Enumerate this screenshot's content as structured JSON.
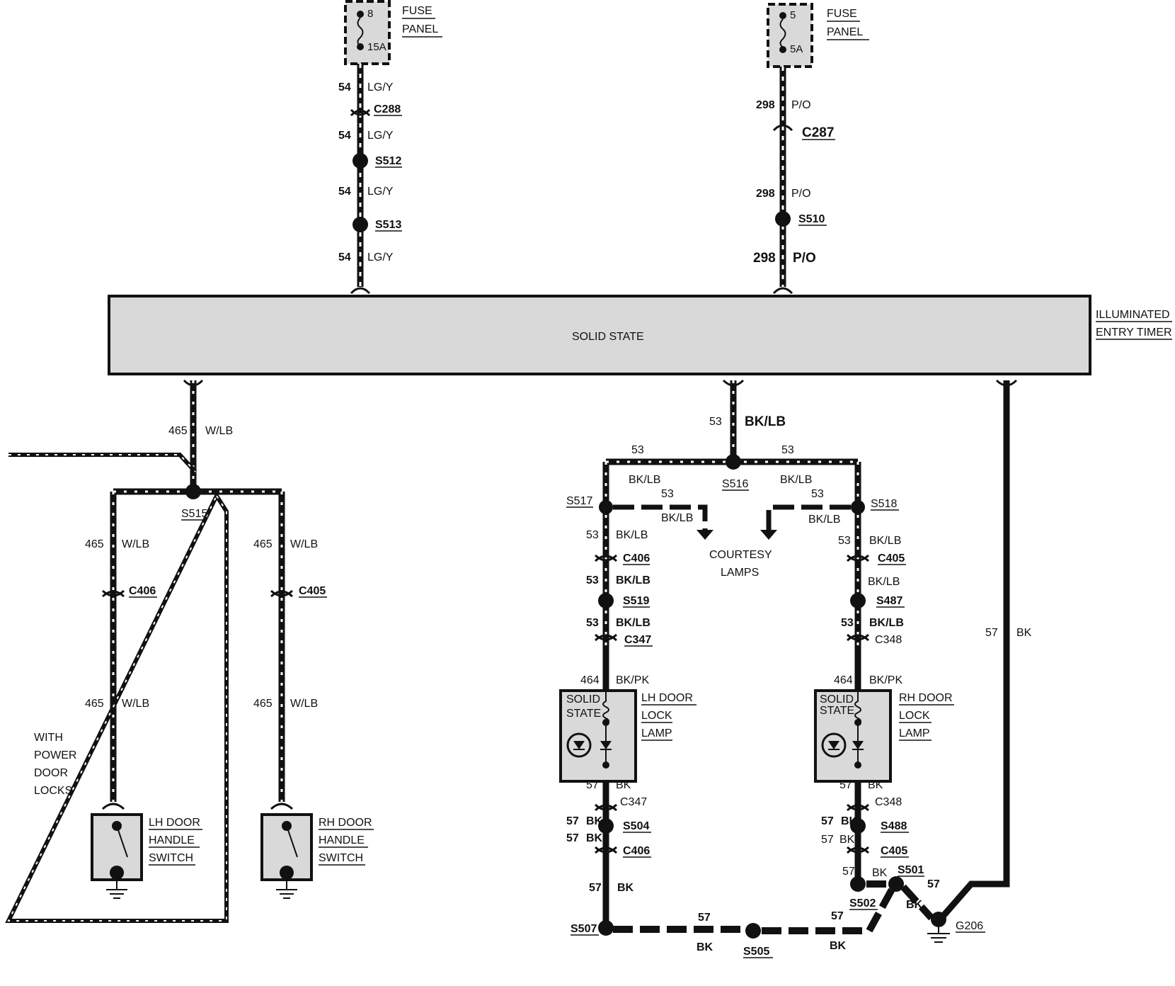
{
  "fuses": [
    {
      "number": "8",
      "rating": "15A",
      "label_line1": "FUSE",
      "label_line2": "PANEL"
    },
    {
      "number": "5",
      "rating": "5A",
      "label_line1": "FUSE",
      "label_line2": "PANEL"
    }
  ],
  "timer": {
    "body_text": "SOLID STATE",
    "label_line1": "ILLUMINATED",
    "label_line2": "ENTRY TIMER"
  },
  "left_feed": {
    "circuit": "54",
    "color": "LG/Y",
    "connector": "C288",
    "splices": [
      "S512",
      "S513"
    ]
  },
  "right_feed": {
    "circuit": "298",
    "color": "P/O",
    "connector": "C287",
    "splice": "S510"
  },
  "door_switch_circuit": {
    "circuit": "465",
    "color": "W/LB",
    "splice": "S515",
    "lh_connector": "C406",
    "rh_connector": "C405",
    "option_label": [
      "WITH",
      "POWER",
      "DOOR",
      "LOCKS"
    ],
    "lh_switch": [
      "LH DOOR",
      "HANDLE",
      "SWITCH"
    ],
    "rh_switch": [
      "RH DOOR",
      "HANDLE",
      "SWITCH"
    ]
  },
  "courtesy_circuit": {
    "circuit": "53",
    "color": "BK/LB",
    "center_splice": "S516",
    "lh_splice": "S517",
    "rh_splice": "S518",
    "courtesy_label": [
      "COURTESY",
      "LAMPS"
    ],
    "lh_connector_1": "C406",
    "lh_splice_2": "S519",
    "lh_connector_2": "C347",
    "rh_connector_1": "C405",
    "rh_splice_2": "S487",
    "rh_connector_2": "C348"
  },
  "lamps": {
    "circuit": "464",
    "color": "BK/PK",
    "solid_state": [
      "SOLID",
      "STATE"
    ],
    "lh_label": [
      "LH DOOR",
      "LOCK",
      "LAMP"
    ],
    "rh_label": [
      "RH DOOR",
      "LOCK",
      "LAMP"
    ]
  },
  "ground_circuit": {
    "circuit": "57",
    "color": "BK",
    "lh_connector_1": "C347",
    "lh_splice": "S504",
    "lh_connector_2": "C406",
    "rh_connector_1": "C348",
    "rh_splice": "S488",
    "rh_connector_2": "C405",
    "bottom_left_splice": "S507",
    "bottom_mid_splice": "S505",
    "rh_splice_a": "S502",
    "rh_splice_b": "S501",
    "ground": "G206"
  }
}
